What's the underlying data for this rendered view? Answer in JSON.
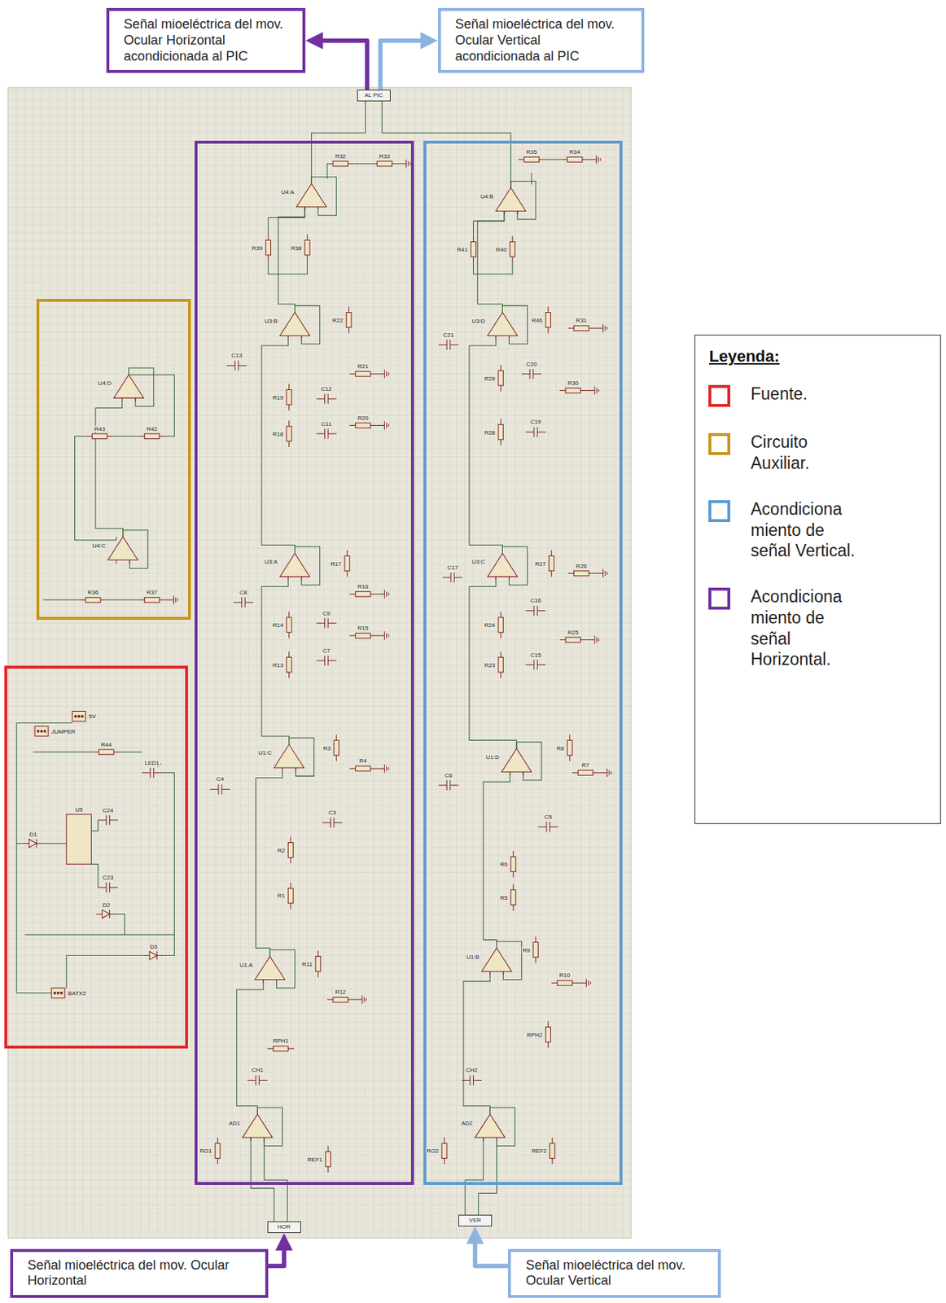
{
  "diagram": {
    "nodes": [
      {
        "text": [
          "Señal mioeléctrica del mov. Ocular Horizontal acondicionada al PIC"
        ]
      },
      {
        "text": [
          "Señal mioeléctrica del mov. Ocular Vertical acondicionada al PIC"
        ]
      },
      {
        "text": [
          "AL PIC"
        ]
      },
      {
        "text": [
          "HOR"
        ]
      },
      {
        "text": [
          "VER"
        ]
      },
      {
        "text": [
          "Señal mioeléctrica del mov. Ocular Horizontal"
        ]
      },
      {
        "text": [
          "Señal mioeléctrica del mov. Ocular Vertical"
        ]
      }
    ],
    "edges": [
      {
        "from": 2,
        "to": 0,
        "arrow": "to"
      },
      {
        "from": 2,
        "to": 1,
        "arrow": "to"
      },
      {
        "from": 5,
        "to": 3,
        "arrow": "to"
      },
      {
        "from": 6,
        "to": 4,
        "arrow": "to"
      }
    ],
    "labels": [
      "U4:A",
      "R32",
      "R33",
      "R39",
      "R38",
      "U3:B",
      "R22",
      "C13",
      "R21",
      "R19",
      "C12",
      "R18",
      "C11",
      "R20",
      "U3:A",
      "R17",
      "C8",
      "R16",
      "R14",
      "C9",
      "R15",
      "R13",
      "C7",
      "U1:C",
      "R3",
      "C4",
      "R4",
      "C3",
      "R2",
      "R1",
      "U1:A",
      "R11",
      "R12",
      "RPH1",
      "CH1",
      "AD1",
      "RG1",
      "REF1",
      "U4:B",
      "R35",
      "R34",
      "R41",
      "R40",
      "U3:D",
      "C21",
      "R46",
      "R31",
      "C20",
      "R29",
      "R30",
      "R28",
      "C19",
      "U3:C",
      "C17",
      "R27",
      "R26",
      "C16",
      "R24",
      "R25",
      "R23",
      "C15",
      "U1:D",
      "C6",
      "R8",
      "R7",
      "C5",
      "R6",
      "R5",
      "U1:B",
      "R9",
      "R10",
      "RPH2",
      "CH2",
      "AD2",
      "RG2",
      "REF2",
      "U4:D",
      "R43",
      "R42",
      "U4:C",
      "R36",
      "R37",
      "5V",
      "JUMPER",
      "R44",
      "LED1",
      "C24",
      "D1",
      "U5",
      "C23",
      "D2",
      "D3",
      "BATX2",
      "Leyenda:"
    ],
    "legend": [
      {
        "text": "Fuente.",
        "color": "#e3262b"
      },
      {
        "text": "Circuito Auxiliar.",
        "color": "#c8961e"
      },
      {
        "text": "Acondiciona miento de señal Vertical.",
        "color": "#5b9bd5"
      },
      {
        "text": "Acondiciona miento de señal Horizontal.",
        "color": "#7030a0"
      }
    ]
  }
}
